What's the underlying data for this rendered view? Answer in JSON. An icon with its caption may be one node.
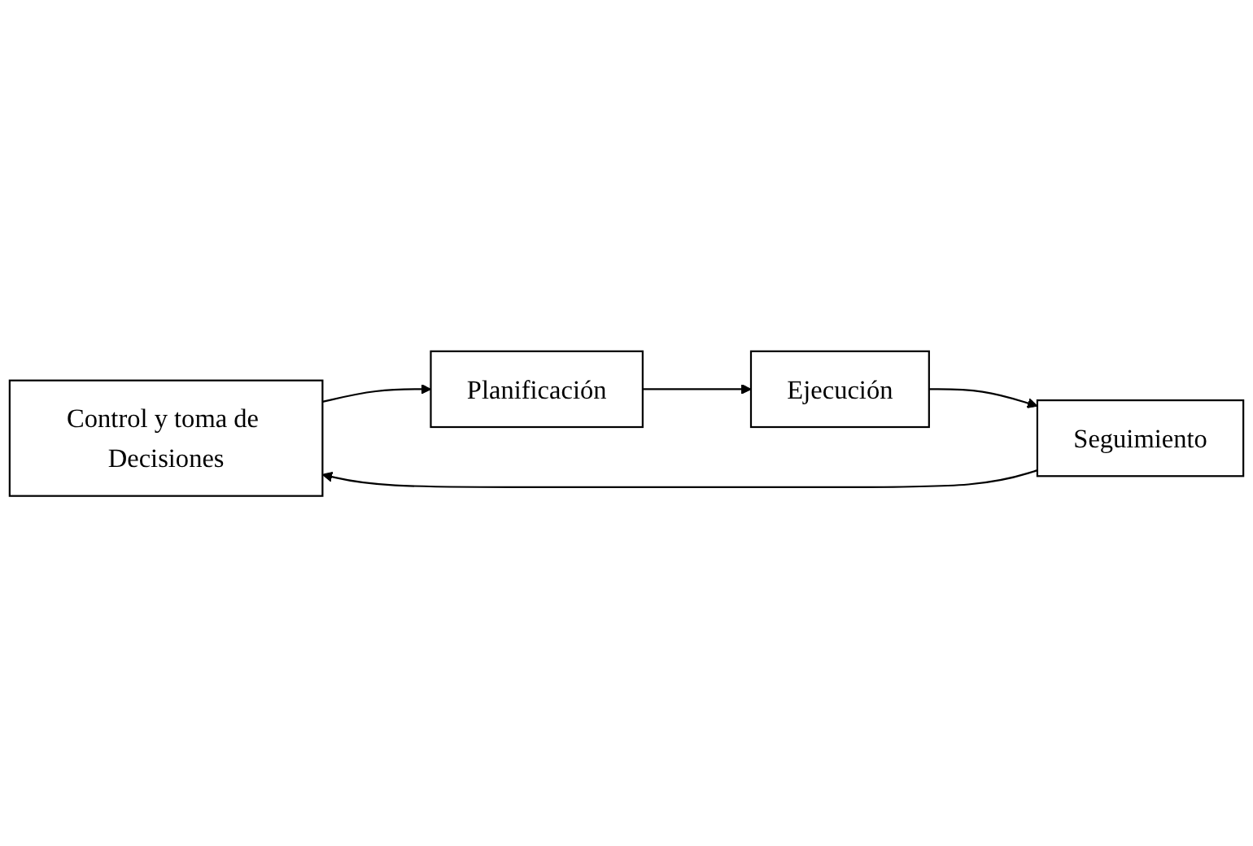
{
  "diagram": {
    "nodes": [
      {
        "text": [
          "Control y toma de Decisiones"
        ]
      },
      {
        "text": [
          "Planificación"
        ]
      },
      {
        "text": [
          "Seguimiento"
        ]
      },
      {
        "text": [
          "Ejecución"
        ]
      }
    ],
    "edges": [
      {
        "from": 0,
        "to": 1,
        "arrow": "to"
      },
      {
        "from": 1,
        "to": 3,
        "arrow": "to"
      },
      {
        "from": 3,
        "to": 2,
        "arrow": "to"
      },
      {
        "from": 2,
        "to": 0,
        "arrow": "to"
      }
    ]
  }
}
